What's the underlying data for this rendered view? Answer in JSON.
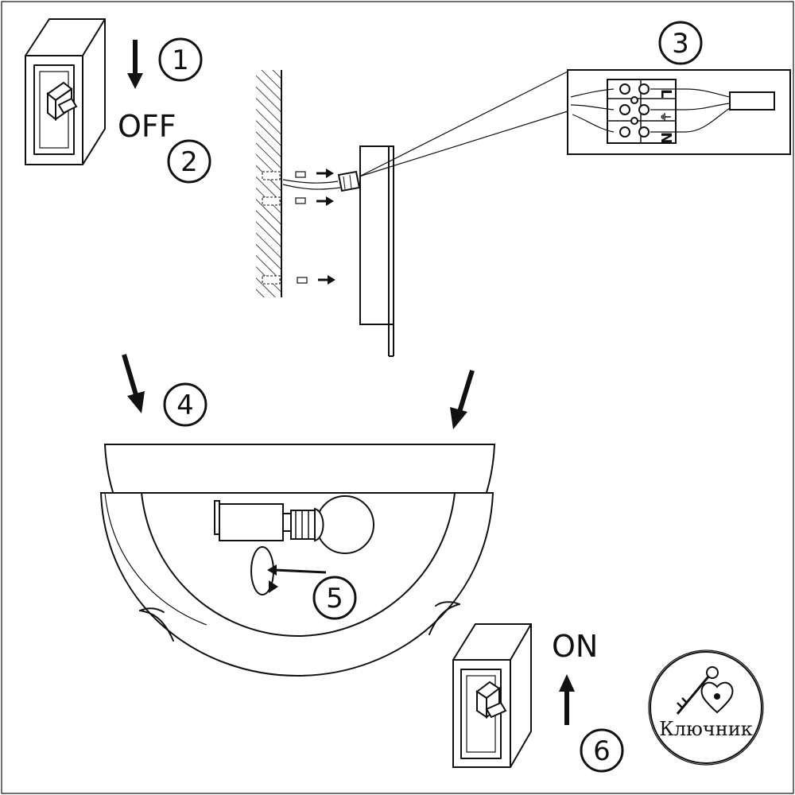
{
  "steps": [
    {
      "number": "1"
    },
    {
      "number": "2"
    },
    {
      "number": "3"
    },
    {
      "number": "4"
    },
    {
      "number": "5"
    },
    {
      "number": "6"
    }
  ],
  "labels": {
    "off": "OFF",
    "on": "ON"
  },
  "terminals": {
    "live": "L",
    "neutral": "N",
    "earth": "⏚"
  },
  "brand": {
    "name": "Ключник"
  }
}
